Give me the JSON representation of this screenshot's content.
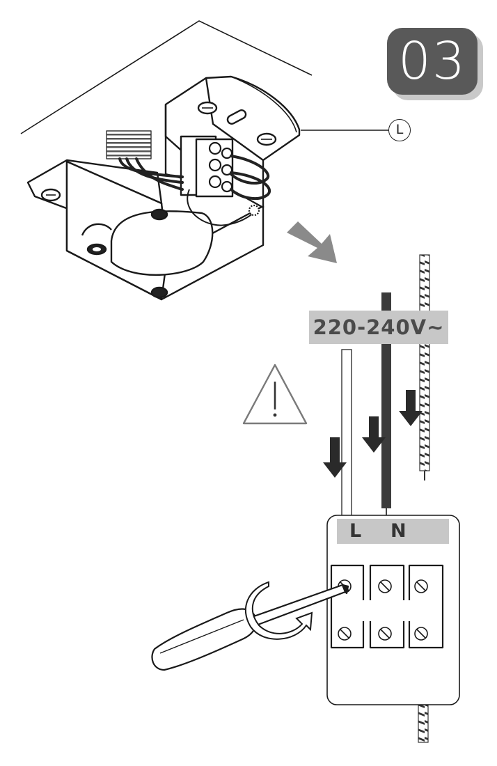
{
  "step": {
    "number": "03"
  },
  "callouts": {
    "lid_part": "L"
  },
  "supply": {
    "voltage_label": "220-240V~"
  },
  "terminal_block": {
    "labels": [
      "L",
      "N"
    ],
    "earth_icon": "ground-symbol-icon",
    "screw_rows": 2,
    "screw_columns": 3
  },
  "icons": {
    "warning": "warning-triangle-icon",
    "direction_arrow": "arrow-down-right-icon",
    "insert_arrows": "arrow-down-icon",
    "tool": "screwdriver-icon",
    "rotation": "rotate-clockwise-icon"
  },
  "colors": {
    "badge_bg": "#595959",
    "label_bg": "#c7c7c7",
    "arrow_gray": "#8a8a8a",
    "arrow_dark": "#2a2a2a",
    "neutral_wire": "#3c3c3c",
    "outline": "#1a1a1a"
  }
}
